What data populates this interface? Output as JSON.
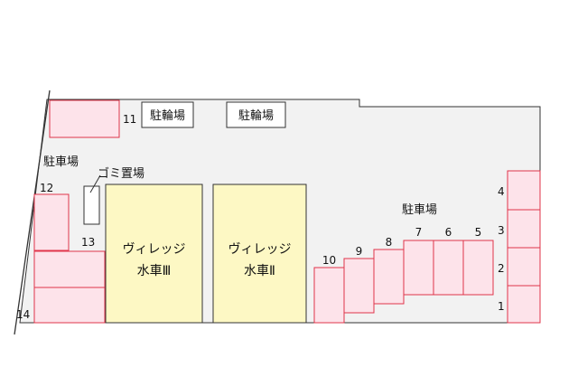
{
  "labels": {
    "bike_1": "駐輪場",
    "bike_2": "駐輪場",
    "parking_west": "駐車場",
    "parking_east": "駐車場",
    "garbage": "ゴミ置場",
    "building_3_line1": "ヴィレッジ",
    "building_3_line2": "水車Ⅲ",
    "building_2_line1": "ヴィレッジ",
    "building_2_line2": "水車Ⅱ"
  },
  "spaces": {
    "s1": "1",
    "s2": "2",
    "s3": "3",
    "s4": "4",
    "s5": "5",
    "s6": "6",
    "s7": "7",
    "s8": "8",
    "s9": "9",
    "s10": "10",
    "s11": "11",
    "s12": "12",
    "s13": "13",
    "s14": "14"
  },
  "colors": {
    "lot": "#f2f2f2",
    "space_fill": "#fde3ea",
    "space_stroke": "#e0344a",
    "building_fill": "#fdf8c4",
    "outline": "#333333"
  }
}
